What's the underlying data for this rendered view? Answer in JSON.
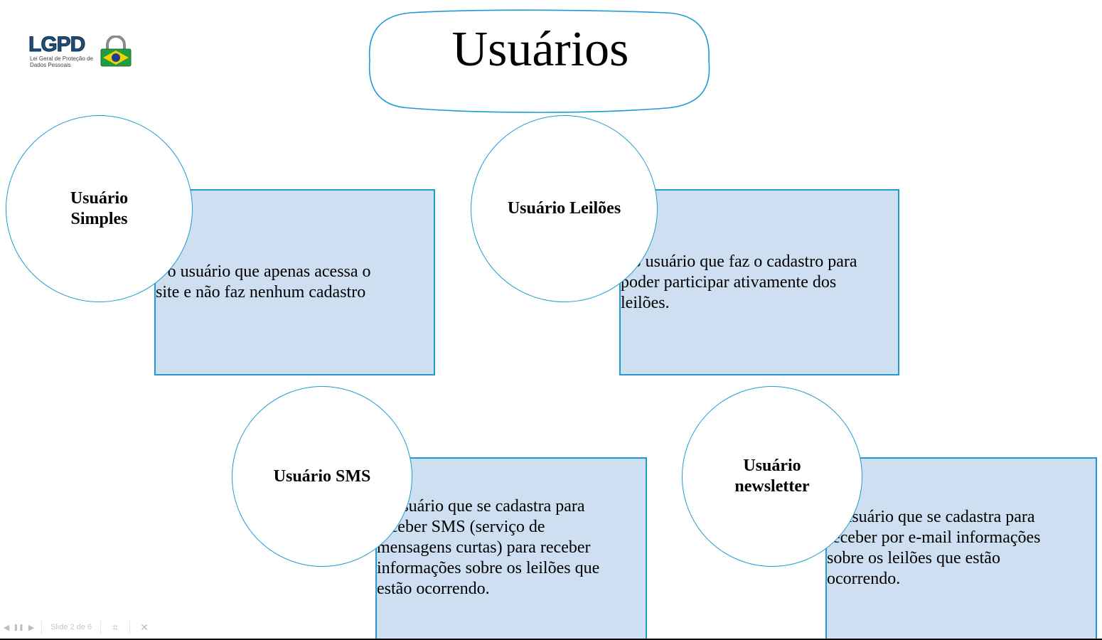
{
  "logo": {
    "word": "LGPD",
    "subtitle": "Lei Geral de Proteção de Dados Pessoais"
  },
  "title": "Usuários",
  "nodes": [
    {
      "label": "Usuário\nSimples",
      "description": "é o usuário que apenas acessa o\nsite e não faz nenhum cadastro"
    },
    {
      "label": "Usuário Leilões",
      "description": "é o usuário que faz o cadastro para\npoder participar ativamente dos\nleilões."
    },
    {
      "label": "Usuário SMS",
      "description": "O usuário que se cadastra para\nreceber SMS (serviço de\nmensagens curtas) para receber\ninformações sobre os leilões que\nestão ocorrendo."
    },
    {
      "label": "Usuário\nnewsletter",
      "description": "O usuário que se cadastra para\nreceber por e-mail informações\nsobre os leilões que estão\nocorrendo."
    }
  ],
  "toolbar": {
    "prev_icon": "◀",
    "pause_icon": "❚❚",
    "next_icon": "▶",
    "slide_counter": "Slide 2 de 6",
    "fit_icon": "⌗",
    "close_icon": "✕"
  },
  "colors": {
    "stroke": "#1f9bd1",
    "box_fill": "#cddff0",
    "logo_blue": "#1f4e79",
    "flag_green": "#1e9e3e",
    "flag_yellow": "#f5d000",
    "flag_blue": "#1c3f94"
  }
}
